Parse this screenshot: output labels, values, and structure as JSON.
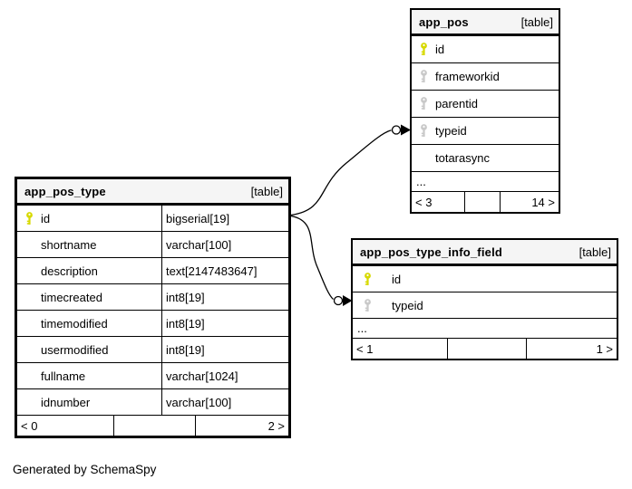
{
  "page": {
    "caption": "Generated by SchemaSpy",
    "background": "#ffffff"
  },
  "colors": {
    "primary_key_icon": "#d7d900",
    "foreign_key_icon": "#c9c9c9",
    "table_header_bg": "#f5f5f5",
    "line": "#000000"
  },
  "tables": [
    {
      "name": "app_pos",
      "tag": "[table]",
      "rows": [
        {
          "name": "id",
          "key": "primary"
        },
        {
          "name": "frameworkid",
          "key": "foreign"
        },
        {
          "name": "parentid",
          "key": "foreign"
        },
        {
          "name": "typeid",
          "key": "foreign"
        },
        {
          "name": "totarasync",
          "key": "none"
        }
      ],
      "ellipsis": "...",
      "footer": {
        "left": "< 3",
        "middle": "",
        "right": "14 >"
      }
    },
    {
      "name": "app_pos_type",
      "tag": "[table]",
      "rows": [
        {
          "name": "id",
          "type": "bigserial[19]",
          "key": "primary"
        },
        {
          "name": "shortname",
          "type": "varchar[100]",
          "key": "none"
        },
        {
          "name": "description",
          "type": "text[2147483647]",
          "key": "none"
        },
        {
          "name": "timecreated",
          "type": "int8[19]",
          "key": "none"
        },
        {
          "name": "timemodified",
          "type": "int8[19]",
          "key": "none"
        },
        {
          "name": "usermodified",
          "type": "int8[19]",
          "key": "none"
        },
        {
          "name": "fullname",
          "type": "varchar[1024]",
          "key": "none"
        },
        {
          "name": "idnumber",
          "type": "varchar[100]",
          "key": "none"
        }
      ],
      "footer": {
        "left": "< 0",
        "middle": "",
        "right": "2 >"
      }
    },
    {
      "name": "app_pos_type_info_field",
      "tag": "[table]",
      "rows": [
        {
          "name": "id",
          "key": "primary"
        },
        {
          "name": "typeid",
          "key": "foreign"
        }
      ],
      "ellipsis": "...",
      "footer": {
        "left": "< 1",
        "middle": "",
        "right": "1 >"
      }
    }
  ],
  "relationships": [
    {
      "from": "app_pos_type.id",
      "to": "app_pos.typeid"
    },
    {
      "from": "app_pos_type.id",
      "to": "app_pos_type_info_field.typeid"
    }
  ]
}
